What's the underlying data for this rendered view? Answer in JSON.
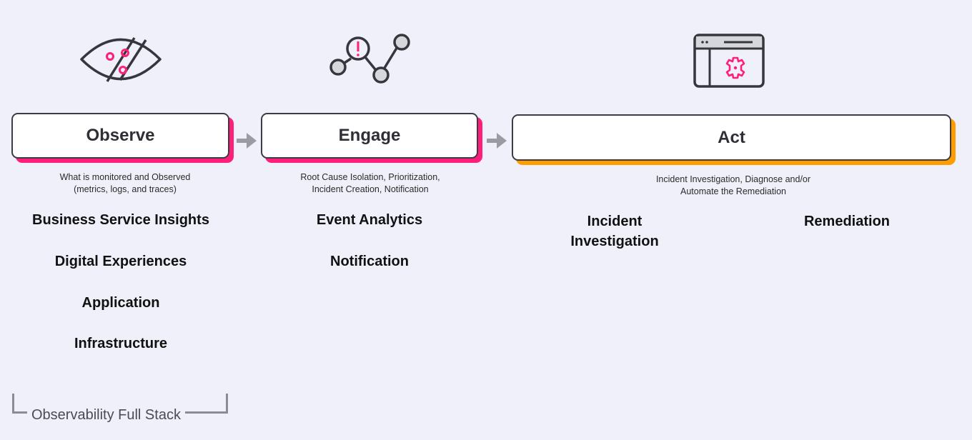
{
  "stages": [
    {
      "title": "Observe",
      "description": [
        "What is monitored and Observed",
        "(metrics, logs, and traces)"
      ],
      "items": [
        "Business Service Insights",
        "Digital Experiences",
        "Application",
        "Infrastructure"
      ],
      "icon": "eye-icon",
      "accent": "#ff1f7a"
    },
    {
      "title": "Engage",
      "description": [
        "Root Cause Isolation, Prioritization,",
        "Incident Creation, Notification"
      ],
      "items": [
        "Event Analytics",
        "Notification"
      ],
      "icon": "alert-graph-icon",
      "accent": "#ff1f7a"
    },
    {
      "title": "Act",
      "description": [
        "Incident Investigation, Diagnose and/or",
        "Automate the Remediation"
      ],
      "items": [
        [
          "Incident",
          "Investigation"
        ],
        "Remediation"
      ],
      "icon": "browser-gear-icon",
      "accent": "#ff9d00"
    }
  ],
  "footer": {
    "label": "Observability Full Stack"
  }
}
